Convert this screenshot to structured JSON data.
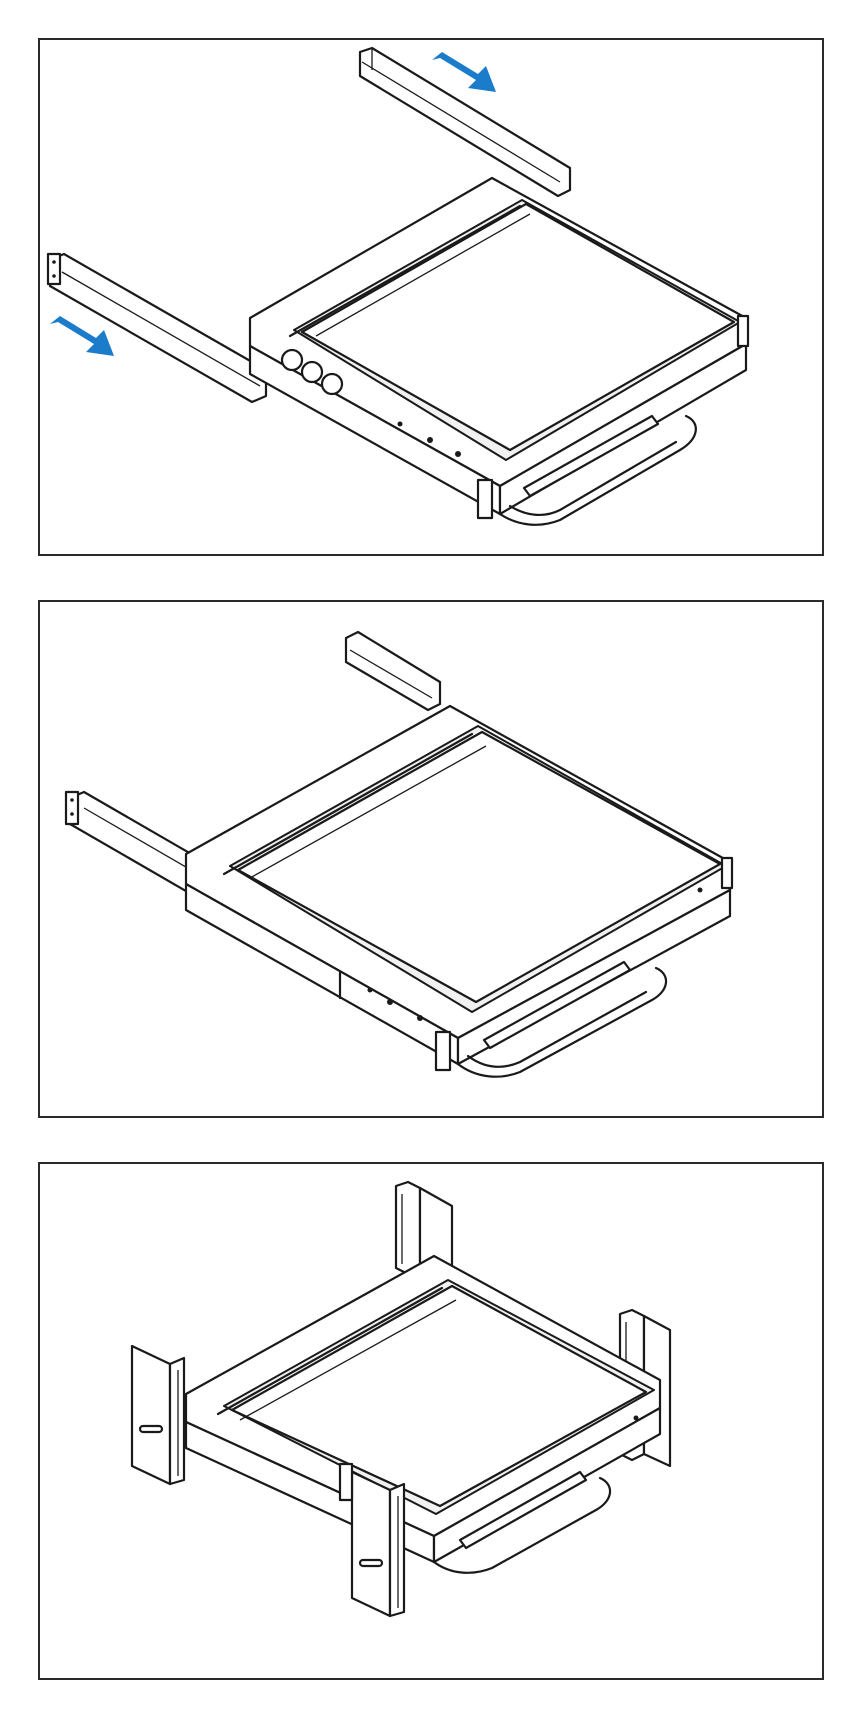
{
  "figure": {
    "panels": [
      {
        "id": "step-1",
        "arrows": 2
      },
      {
        "id": "step-2"
      },
      {
        "id": "step-3"
      }
    ]
  },
  "colors": {
    "frame": "#2a2a2a",
    "line": "#1a1a1a",
    "arrow": "#1a7ccb",
    "background": "#ffffff"
  },
  "icons": {
    "arrow": "blue-right-down-arrow"
  }
}
